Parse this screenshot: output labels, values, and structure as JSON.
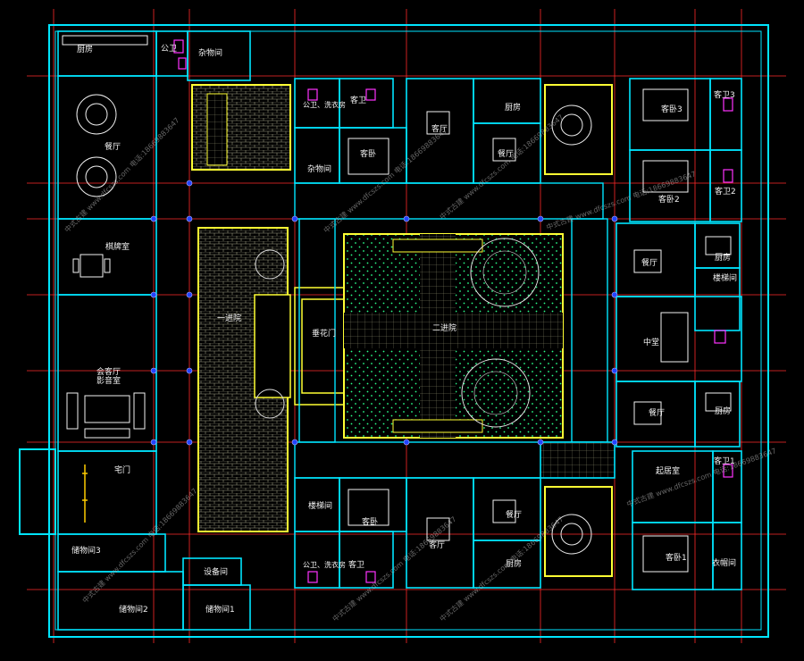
{
  "colors": {
    "background": "#000000",
    "grid_line": "#ff2a2a",
    "wall": "#00e5ff",
    "wall_inner": "#ffffff",
    "yellow_outline": "#ffff33",
    "furniture": "#ffffff",
    "fixture": "#ff33ff",
    "column": "#2222ff",
    "courtyard_dots": "#33ff88",
    "paving": "#bfbf9f"
  },
  "rooms": {
    "chufang_nw": "厨房",
    "gongwei_nw": "公卫",
    "zawu_n": "杂物间",
    "canting_w": "餐厅",
    "qipai": "棋牌室",
    "huike": "会客厅\n影音室",
    "zhaimen": "宅门",
    "chuwu3": "储物间3",
    "chuwu2": "储物间2",
    "chuwu1": "储物间1",
    "shebei": "设备间",
    "yijinyuan": "一进院",
    "chuihuamen": "垂花门",
    "erjinyuan": "二进院",
    "gongwei_xiyi_n": "公卫、洗衣房",
    "kewei_n": "客卫",
    "zawu_mid_n": "杂物间",
    "kewo_n": "客卧",
    "keting_n": "客厅",
    "canting_n": "餐厅",
    "chufang_n": "厨房",
    "kewo3": "客卧3",
    "kewei3": "客卫3",
    "kewo2": "客卧2",
    "kewei2": "客卫2",
    "canting_e1": "餐厅",
    "chufang_e1": "厨房",
    "louti_e": "楼梯间",
    "zhongtang": "中堂",
    "canting_e2": "餐厅",
    "chufang_e2": "厨房",
    "qiju": "起居室",
    "kewei1": "客卫1",
    "kewo1": "客卧1",
    "yimao": "衣帽间",
    "louti_s": "楼梯间",
    "kewo_s": "客卧",
    "kewei_s": "客卫",
    "gongwei_xiyi_s": "公卫、洗衣房",
    "keting_s": "客厅",
    "canting_s": "餐厅",
    "chufang_s": "厨房"
  },
  "watermarks": [
    "中式古建 www.dfcszs.com 电话:18669883647",
    "中式古建 www.dfcszs.com 电话:18669883647",
    "中式古建 www.dfcszs.com 电话:18669883647",
    "中式古建 www.dfcszs.com 电话:18669883647",
    "中式古建 www.dfcszs.com 电话:18669883647",
    "中式古建 www.dfcszs.com 电话:18669883647",
    "中式古建 www.dfcszs.com 电话:18669883647",
    "中式古建 www.dfcszs.com 电话:18669883647"
  ]
}
